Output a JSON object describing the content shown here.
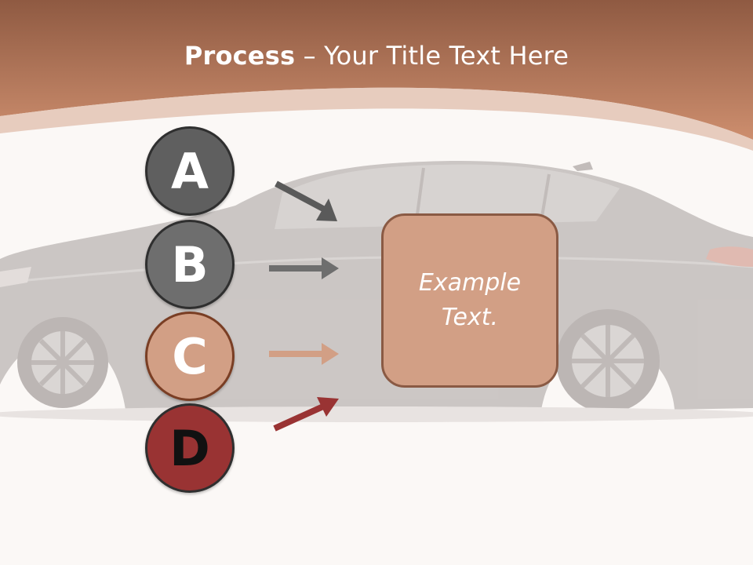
{
  "title": {
    "bold": "Process",
    "rest": " – Your Title Text Here"
  },
  "steps": [
    {
      "letter": "A",
      "color": "#5f5f5f"
    },
    {
      "letter": "B",
      "color": "#6e6e6e"
    },
    {
      "letter": "C",
      "color": "#d29f85"
    },
    {
      "letter": "D",
      "color": "#993333"
    }
  ],
  "box": {
    "text": "Example Text."
  },
  "colors": {
    "header": "#b96f4f",
    "background": "#fbf8f6",
    "accent": "#d29f85"
  }
}
